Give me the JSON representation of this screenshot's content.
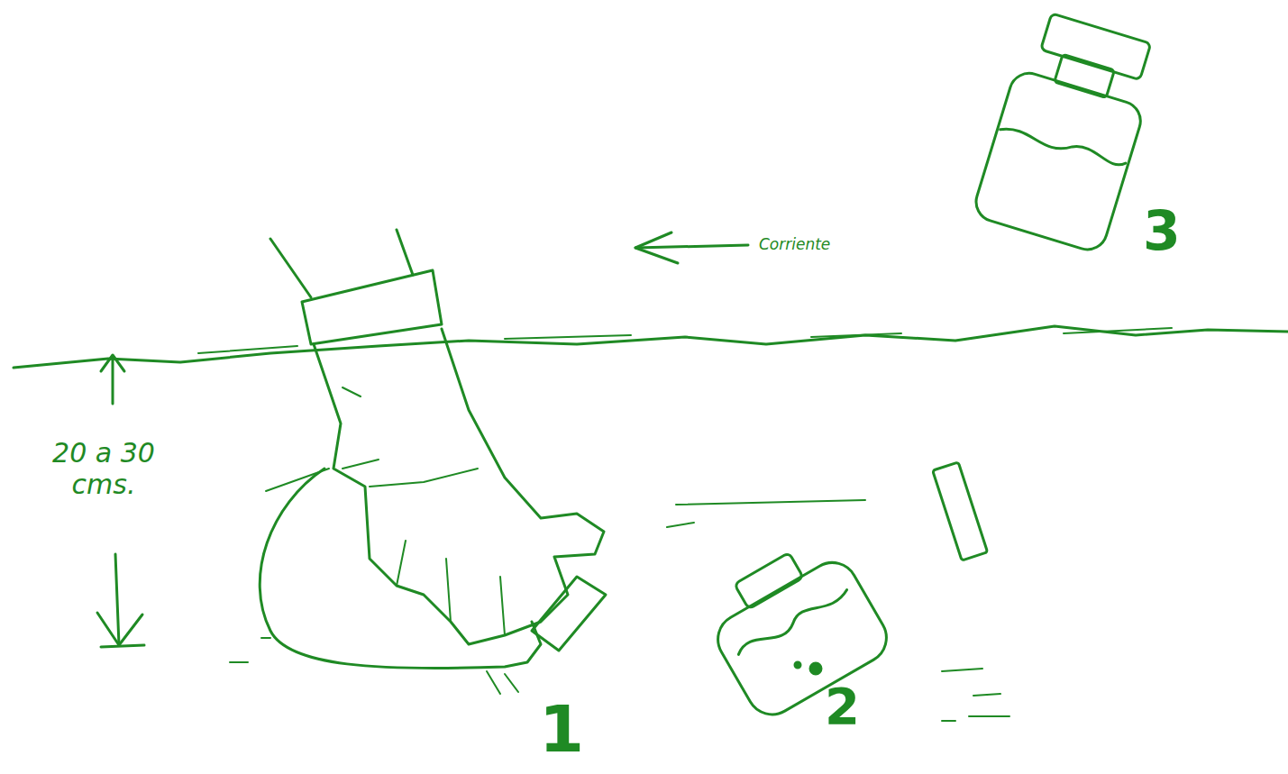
{
  "diagram": {
    "labels": [
      "Corriente",
      "20 a 30 cms.",
      "1",
      "2",
      "3"
    ]
  }
}
